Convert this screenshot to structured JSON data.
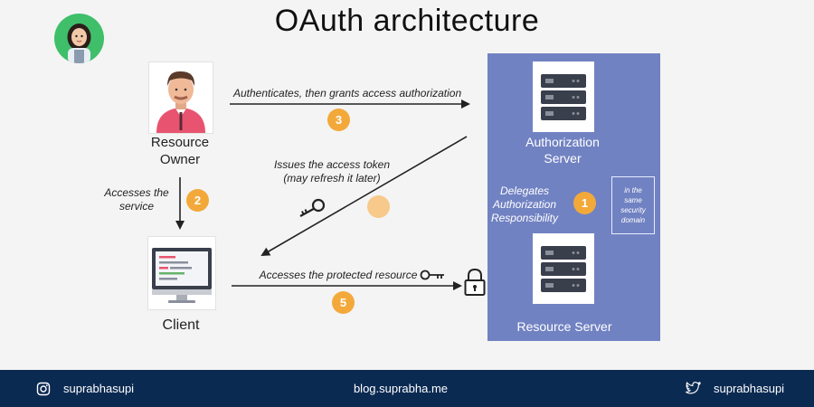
{
  "title": "OAuth architecture",
  "nodes": {
    "resource_owner": "Resource\nOwner",
    "client": "Client",
    "authorization_server": "Authorization\nServer",
    "resource_server": "Resource Server"
  },
  "steps": {
    "step1": {
      "number": "1",
      "label": "Delegates\nAuthorization\nResponsibility"
    },
    "step2": {
      "number": "2",
      "label": "Accesses the\nservice"
    },
    "step3": {
      "number": "3",
      "label": "Authenticates, then grants access authorization"
    },
    "step4": {
      "number": "",
      "label": "Issues the access token\n(may refresh it later)"
    },
    "step5": {
      "number": "5",
      "label": "Accesses the protected resource"
    }
  },
  "security_domain_note": "in the\nsame\nsecurity\ndomain",
  "footer": {
    "instagram_handle": "suprabhasupi",
    "blog_url": "blog.suprabha.me",
    "twitter_handle": "suprabhasupi"
  },
  "colors": {
    "server_panel": "#7182c2",
    "badge": "#f3a93a",
    "footer_bg": "#0b2a52",
    "avatar_bg": "#3fbf6a"
  },
  "icons": [
    "person-icon",
    "monitor-icon",
    "server-icon",
    "key-icon",
    "lock-icon",
    "instagram-icon",
    "twitter-icon"
  ]
}
